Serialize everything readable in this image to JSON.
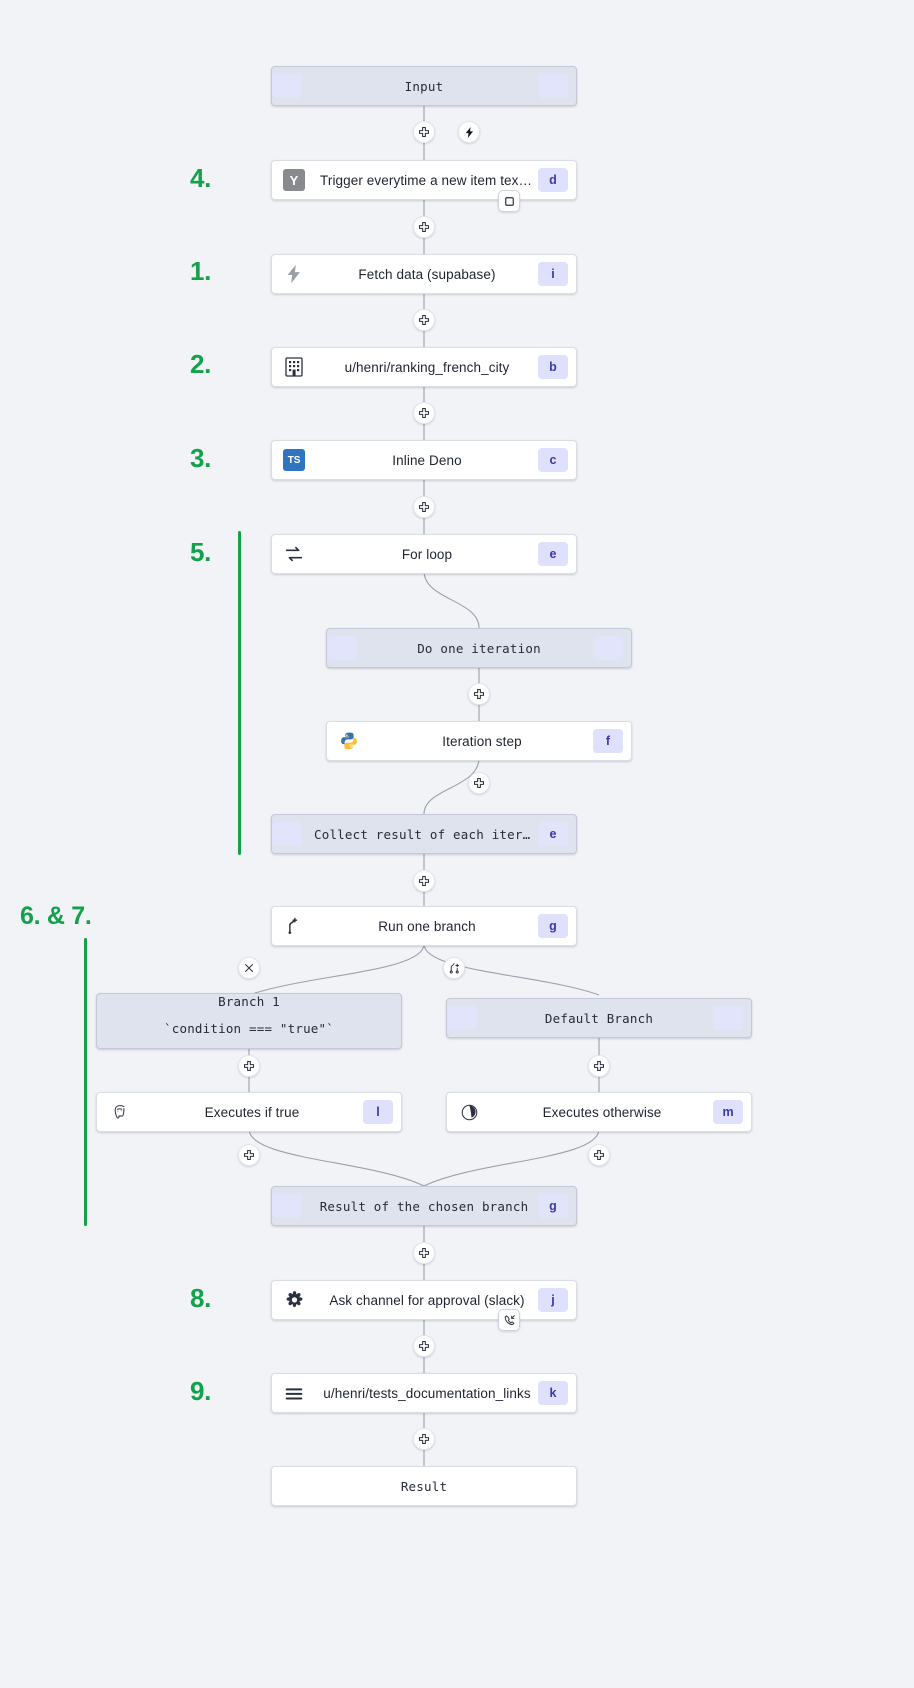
{
  "theme": {
    "bg": "#f1f3f7",
    "accent_green": "#13a349",
    "badge_bg": "#dfe0fb",
    "badge_fg": "#3b38a8",
    "virtual_node_bg": "#dfe3ed",
    "node_bg": "#ffffff",
    "edge_stroke": "#9aa1ad"
  },
  "steps": [
    {
      "id": "s4",
      "label": "4."
    },
    {
      "id": "s1",
      "label": "1."
    },
    {
      "id": "s2",
      "label": "2."
    },
    {
      "id": "s3",
      "label": "3."
    },
    {
      "id": "s5",
      "label": "5."
    },
    {
      "id": "s67",
      "label": "6. & 7."
    },
    {
      "id": "s8",
      "label": "8."
    },
    {
      "id": "s9",
      "label": "9."
    }
  ],
  "nodes": {
    "input": {
      "label": "Input",
      "badge": "",
      "icon": ""
    },
    "trigger": {
      "label": "Trigger everytime a new item text o…",
      "badge": "d",
      "icon": "yaml-icon"
    },
    "fetch_data": {
      "label": "Fetch data (supabase)",
      "badge": "i",
      "icon": "bolt-icon"
    },
    "ranking_city": {
      "label": "u/henri/ranking_french_city",
      "badge": "b",
      "icon": "building-icon"
    },
    "inline_deno": {
      "label": "Inline Deno",
      "badge": "c",
      "icon": "typescript-icon"
    },
    "for_loop": {
      "label": "For loop",
      "badge": "e",
      "icon": "loop-icon"
    },
    "do_one_iteration": {
      "label": "Do one iteration",
      "badge": "",
      "icon": ""
    },
    "iteration_step": {
      "label": "Iteration step",
      "badge": "f",
      "icon": "python-icon"
    },
    "collect_result": {
      "label": "Collect result of each iteration",
      "badge": "e",
      "icon": ""
    },
    "run_one_branch": {
      "label": "Run one branch",
      "badge": "g",
      "icon": "branch-icon"
    },
    "branch_1": {
      "label": "Branch 1",
      "sublabel": "`condition === \"true\"`",
      "badge": "",
      "icon": ""
    },
    "default_branch": {
      "label": "Default Branch",
      "badge": "",
      "icon": ""
    },
    "executes_if_true": {
      "label": "Executes if true",
      "badge": "l",
      "icon": "postgres-icon"
    },
    "executes_otherwise": {
      "label": "Executes otherwise",
      "badge": "m",
      "icon": "deno-icon"
    },
    "chosen_result": {
      "label": "Result of the chosen branch",
      "badge": "g",
      "icon": ""
    },
    "ask_approval": {
      "label": "Ask channel for approval (slack)",
      "badge": "j",
      "icon": "slack-icon"
    },
    "tests_doc_links": {
      "label": "u/henri/tests_documentation_links",
      "badge": "k",
      "icon": "menu-icon"
    },
    "result": {
      "label": "Result",
      "badge": "",
      "icon": ""
    }
  },
  "edge_buttons": [
    {
      "id": "eb-input-trigger",
      "icon": "plus-icon"
    },
    {
      "id": "eb-input-flash",
      "icon": "lightning-icon"
    },
    {
      "id": "eb-trigger-fetch",
      "icon": "plus-icon"
    },
    {
      "id": "eb-fetch-ranking",
      "icon": "plus-icon"
    },
    {
      "id": "eb-ranking-deno",
      "icon": "plus-icon"
    },
    {
      "id": "eb-deno-forloop",
      "icon": "plus-icon"
    },
    {
      "id": "eb-iteration-step",
      "icon": "plus-icon"
    },
    {
      "id": "eb-iteration-collect",
      "icon": "plus-icon"
    },
    {
      "id": "eb-collect-branch",
      "icon": "plus-icon"
    },
    {
      "id": "eb-branch-close",
      "icon": "close-icon"
    },
    {
      "id": "eb-branch-add",
      "icon": "add-branch-icon"
    },
    {
      "id": "eb-branch1-exec",
      "icon": "plus-icon"
    },
    {
      "id": "eb-default-exec",
      "icon": "plus-icon"
    },
    {
      "id": "eb-exec-true-result",
      "icon": "plus-icon"
    },
    {
      "id": "eb-exec-other-result",
      "icon": "plus-icon"
    },
    {
      "id": "eb-chosen-approval",
      "icon": "plus-icon"
    },
    {
      "id": "eb-approval-tests",
      "icon": "plus-icon"
    },
    {
      "id": "eb-tests-result",
      "icon": "plus-icon"
    }
  ],
  "corner_buttons": [
    {
      "id": "cb-trigger-stop",
      "icon": "stop-square-icon"
    },
    {
      "id": "cb-approval-suspend",
      "icon": "phone-callback-icon"
    }
  ]
}
